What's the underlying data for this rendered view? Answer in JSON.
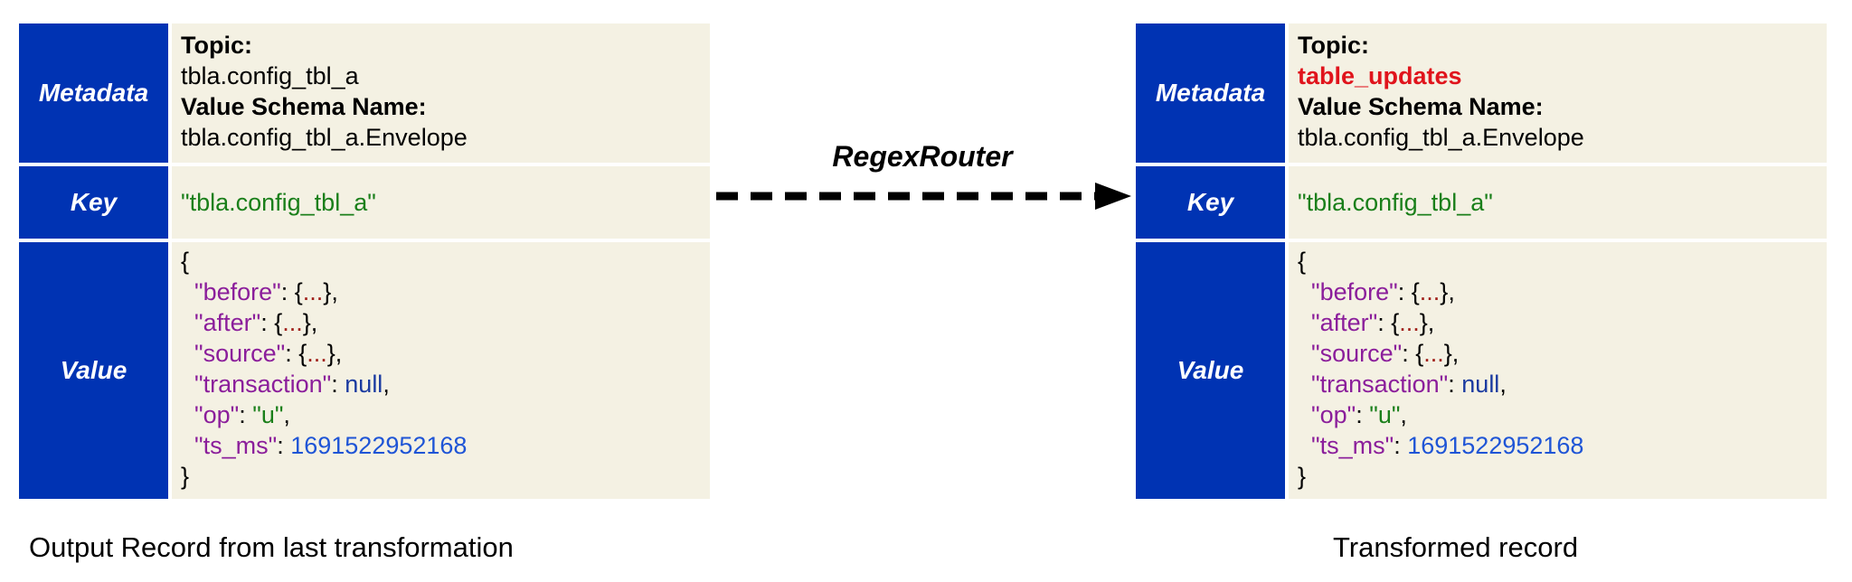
{
  "left_record": {
    "metadata_label": "Metadata",
    "topic_label": "Topic:",
    "topic_value": "tbla.config_tbl_a",
    "schema_label": "Value Schema Name:",
    "schema_value": "tbla.config_tbl_a.Envelope",
    "key_label": "Key",
    "key_value": "\"tbla.config_tbl_a\"",
    "value_label": "Value",
    "caption": "Output Record from last transformation"
  },
  "right_record": {
    "metadata_label": "Metadata",
    "topic_label": "Topic:",
    "topic_value": "table_updates",
    "schema_label": "Value Schema Name:",
    "schema_value": "tbla.config_tbl_a.Envelope",
    "key_label": "Key",
    "key_value": "\"tbla.config_tbl_a\"",
    "value_label": "Value",
    "caption": "Transformed record"
  },
  "json_value": {
    "open": "{",
    "close": "}",
    "before_key": "\"before\"",
    "after_key": "\"after\"",
    "source_key": "\"source\"",
    "transaction_key": "\"transaction\"",
    "op_key": "\"op\"",
    "ts_key": "\"ts_ms\"",
    "ellipsis": "...",
    "null_value": "null",
    "op_value": "\"u\"",
    "ts_value": "1691522952168"
  },
  "arrow": {
    "label": "RegexRouter"
  },
  "colors": {
    "label_bg": "#0033b3",
    "content_bg": "#f4f1e3",
    "string": "#1a7f1a",
    "json_key": "#8b1e9b",
    "highlight": "#e0141c",
    "number": "#1f55d6"
  }
}
